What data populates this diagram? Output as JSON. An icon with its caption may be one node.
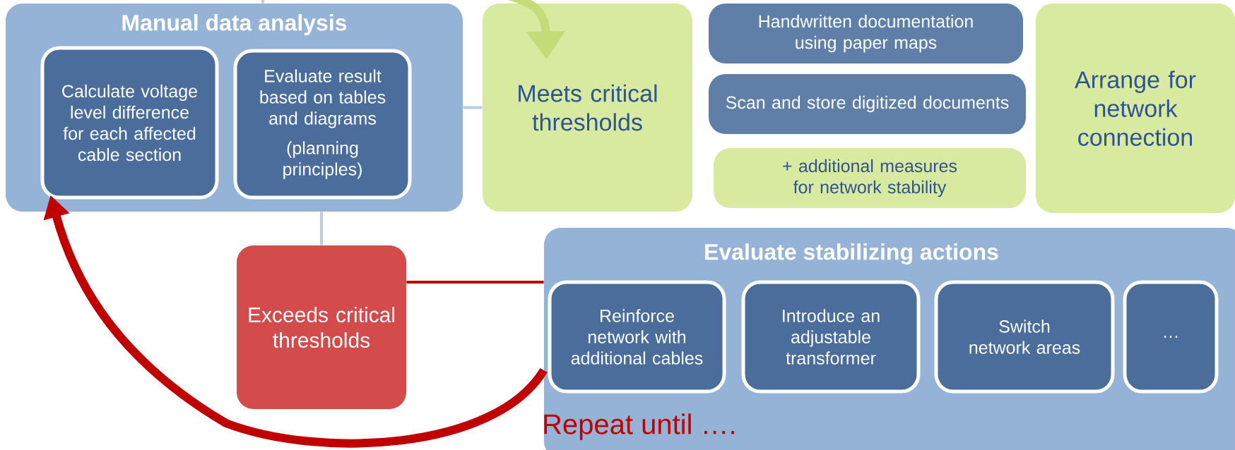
{
  "diagram": {
    "nodes": [
      {
        "text": [
          "Manual data analysis"
        ]
      },
      {
        "text": [
          "Calculate voltage level difference for each affected cable section"
        ],
        "in": 0
      },
      {
        "text": [
          "Evaluate result based on tables and diagrams",
          "(planning principles)"
        ],
        "in": 0
      },
      {
        "text": [
          "Meets critical thresholds"
        ]
      },
      {
        "text": [
          "Handwritten documentation using paper maps"
        ]
      },
      {
        "text": [
          "Scan and store digitized documents"
        ]
      },
      {
        "text": [
          "+ additional measures for network stability"
        ]
      },
      {
        "text": [
          "Arrange for network connection"
        ]
      },
      {
        "text": [
          "Exceeds critical thresholds"
        ]
      },
      {
        "text": [
          "Evaluate stabilizing actions",
          "Repeat until …."
        ]
      },
      {
        "text": [
          "Reinforce network with additional cables"
        ],
        "in": 9
      },
      {
        "text": [
          "Introduce an adjustable transformer"
        ],
        "in": 9
      },
      {
        "text": [
          "Switch network areas"
        ],
        "in": 9
      },
      {
        "text": [
          "…"
        ],
        "in": 9
      }
    ],
    "edges": [
      {
        "from": null,
        "to": 0,
        "arrow": "none"
      },
      {
        "from": null,
        "to": 3,
        "arrow": "to",
        "style": "thick",
        "color": "#c3dc78"
      },
      {
        "from": 0,
        "to": 3,
        "arrow": "none"
      },
      {
        "from": 0,
        "to": 8,
        "arrow": "none"
      },
      {
        "from": 8,
        "to": 9,
        "arrow": "none",
        "color": "#c00000"
      },
      {
        "from": 9,
        "to": 1,
        "arrow": "to",
        "style": "thick",
        "color": "#c00000"
      }
    ]
  }
}
